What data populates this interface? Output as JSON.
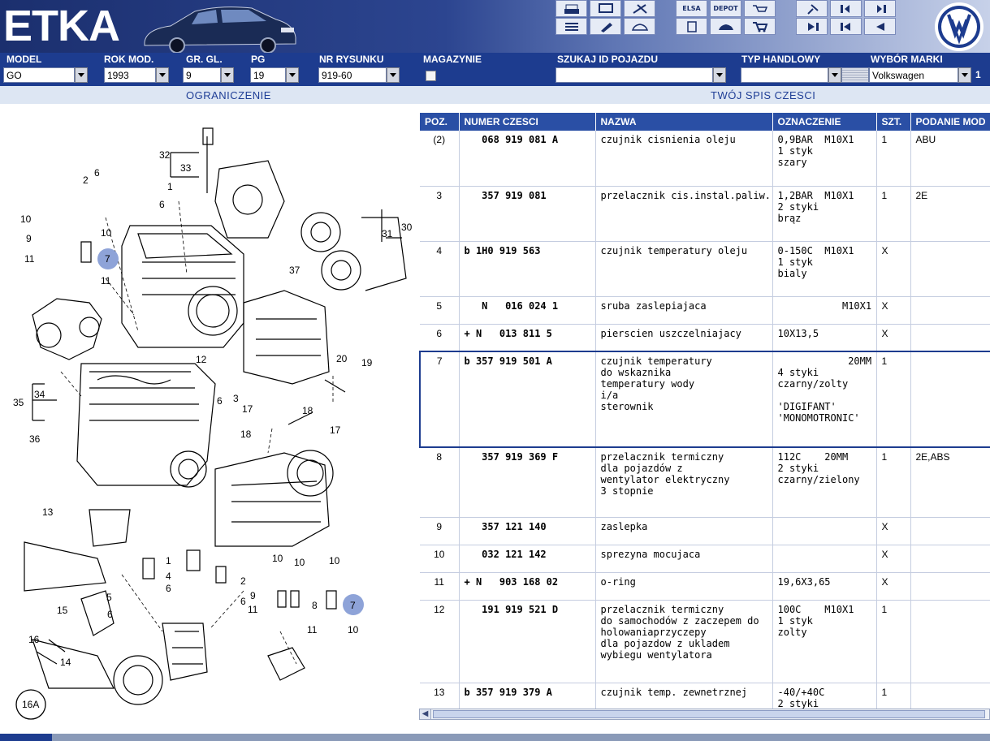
{
  "app": {
    "logo": "ETKA"
  },
  "header": {
    "toolbar_labels": {
      "elsa": "ELSA",
      "depot": "DEPOT"
    },
    "brand_logo": "VW"
  },
  "fields": {
    "model": {
      "label": "MODEL",
      "value": "GO"
    },
    "rok_mod": {
      "label": "ROK MOD.",
      "value": "1993"
    },
    "gr_gl": {
      "label": "GR. GL.",
      "value": "9"
    },
    "pg": {
      "label": "PG",
      "value": "19"
    },
    "nr_rysunku": {
      "label": "NR RYSUNKU",
      "value": "919-60"
    },
    "magazynie": {
      "label": "MAGAZYNIE"
    },
    "szukaj_id": {
      "label": "SZUKAJ ID POJAZDU",
      "value": ""
    },
    "typ_handlowy": {
      "label": "TYP HANDLOWY",
      "value": ""
    },
    "wybor_marki": {
      "label": "WYBÓR MARKI",
      "value": "Volkswagen",
      "extra": "1"
    }
  },
  "sections": {
    "left": "OGRANICZENIE",
    "right": "TWÓJ SPIS CZESCI"
  },
  "table": {
    "headers": [
      "POZ.",
      "NUMER CZESCI",
      "NAZWA",
      "OZNACZENIE",
      "SZT.",
      "PODANIE MOD"
    ],
    "rows": [
      {
        "poz": "(2)",
        "num": "   068 919 081 A",
        "nazwa": "czujnik cisnienia oleju",
        "ozn": "0,9BAR  M10X1\n1 styk\nszary",
        "szt": "1",
        "pod": "ABU"
      },
      {
        "poz": "3",
        "num": "   357 919 081",
        "nazwa": "przelacznik cis.instal.paliw.",
        "ozn": "1,2BAR  M10X1\n2 styki\nbrąz",
        "szt": "1",
        "pod": "2E"
      },
      {
        "poz": "4",
        "num": "b 1H0 919 563",
        "nazwa": "czujnik temperatury oleju",
        "ozn": "0-150C  M10X1\n1 styk\nbialy",
        "szt": "X",
        "pod": ""
      },
      {
        "poz": "5",
        "num": "   N   016 024 1",
        "nazwa": "sruba zaslepiajaca",
        "ozn": "           M10X1",
        "szt": "X",
        "pod": ""
      },
      {
        "poz": "6",
        "num": "+ N   013 811 5",
        "nazwa": "pierscien uszczelniajacy",
        "ozn": "10X13,5",
        "szt": "X",
        "pod": ""
      },
      {
        "poz": "7",
        "num": "b 357 919 501 A",
        "nazwa": "czujnik temperatury\ndo wskaznika\ntemperatury wody\ni/a\nsterownik",
        "ozn": "            20MM\n4 styki\nczarny/zolty\n\n'DIGIFANT'\n'MONOMOTRONIC'",
        "szt": "1",
        "pod": "",
        "selected": true
      },
      {
        "poz": "8",
        "num": "   357 919 369 F",
        "nazwa": "przelacznik termiczny\ndla pojazdów z\nwentylator elektryczny\n3 stopnie",
        "ozn": "112C    20MM\n2 styki\nczarny/zielony",
        "szt": "1",
        "pod": "2E,ABS"
      },
      {
        "poz": "9",
        "num": "   357 121 140",
        "nazwa": "zaslepka",
        "ozn": "",
        "szt": "X",
        "pod": ""
      },
      {
        "poz": "10",
        "num": "   032 121 142",
        "nazwa": "sprezyna mocujaca",
        "ozn": "",
        "szt": "X",
        "pod": ""
      },
      {
        "poz": "11",
        "num": "+ N   903 168 02",
        "nazwa": "o-ring",
        "ozn": "19,6X3,65",
        "szt": "X",
        "pod": ""
      },
      {
        "poz": "12",
        "num": "   191 919 521 D",
        "nazwa": "przelacznik termiczny\ndo samochodów z zaczepem do\nholowaniaprzyczepy\ndla pojazdow z ukladem\nwybiegu wentylatora",
        "ozn": "100C    M10X1\n1 styk\nzolty",
        "szt": "1",
        "pod": ""
      },
      {
        "poz": "13",
        "num": "b 357 919 379 A",
        "nazwa": "czujnik temp. zewnetrznej",
        "ozn": "-40/+40C\n2 styki",
        "szt": "1",
        "pod": ""
      }
    ]
  },
  "diagram": {
    "callouts": [
      "32",
      "33",
      "1",
      "6",
      "2",
      "6",
      "10",
      "9",
      "11",
      "7",
      "11",
      "10",
      "31",
      "30",
      "37",
      "12",
      "35",
      "34",
      "36",
      "3",
      "6",
      "20",
      "19",
      "18",
      "17",
      "17",
      "18",
      "13",
      "1",
      "4",
      "5",
      "6",
      "6",
      "2",
      "6",
      "10",
      "10",
      "10",
      "9",
      "8",
      "7",
      "11",
      "11",
      "10",
      "15",
      "14",
      "16",
      "16A"
    ]
  },
  "colors": {
    "header_blue": "#1d3c8f",
    "table_header": "#2a4fa5",
    "callout_highlight": "#8ea3d8"
  }
}
